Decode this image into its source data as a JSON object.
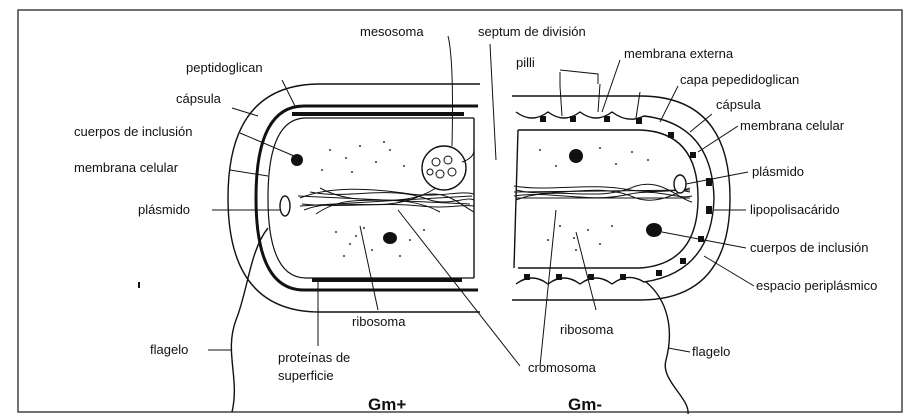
{
  "colors": {
    "ink": "#111111",
    "paper": "#ffffff",
    "frame": "#444444"
  },
  "title_gm_pos": "Gm+",
  "title_gm_neg": "Gm-",
  "labels": {
    "mesosoma": "mesosoma",
    "septum": "septum de división",
    "peptidoglican": "peptidoglican",
    "capsula_left": "cápsula",
    "cuerpos_left": "cuerpos de inclusión",
    "membrana_celular_left": "membrana celular",
    "plasmido_left": "plásmido",
    "flagelo_left": "flagelo",
    "proteinas": "proteínas de",
    "superficie": "superficie",
    "ribosoma_left": "ribosoma",
    "cromosoma": "cromosoma",
    "pilli": "pilli",
    "membrana_externa": "membrana externa",
    "capa_pepedidoglican": "capa pepedidoglican",
    "capsula_right": "cápsula",
    "membrana_celular_right": "membrana celular",
    "plasmido_right": "plásmido",
    "lipopolisacarido": "lipopolisacárido",
    "cuerpos_right": "cuerpos de inclusión",
    "espacio_periplasmico": "espacio periplásmico",
    "ribosoma_right": "ribosoma",
    "flagelo_right": "flagelo"
  }
}
